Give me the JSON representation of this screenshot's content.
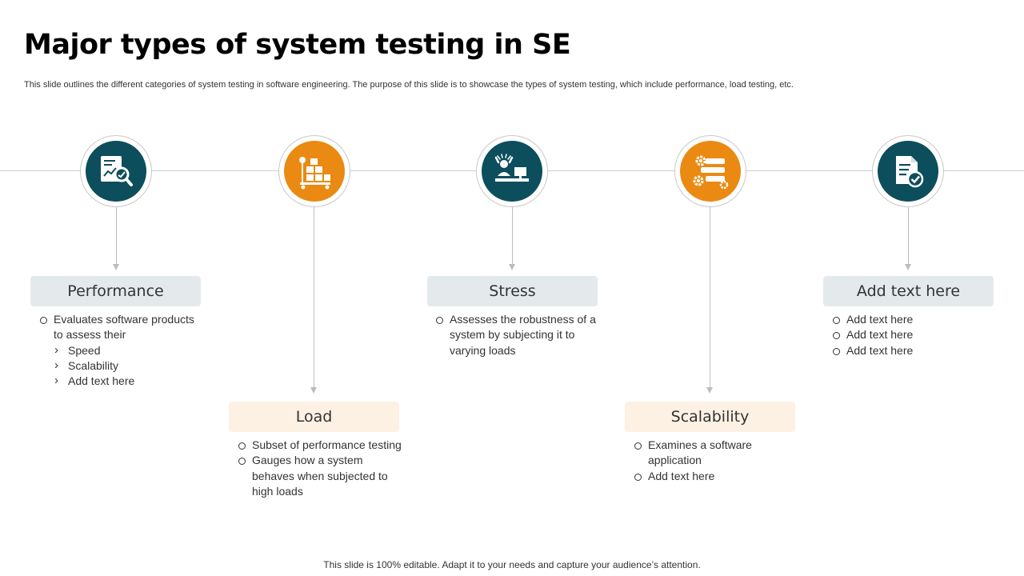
{
  "slide": {
    "title": "Major types of system testing in SE",
    "subtitle": "This slide outlines the different categories of system testing in software engineering. The purpose of this slide is to showcase the types of system testing, which include performance, load testing, etc.",
    "footer": "This slide is 100% editable. Adapt it to your needs and capture your audience’s attention."
  },
  "colors": {
    "teal": "#0d4e5c",
    "orange": "#ea8a12",
    "teal_label_bg": "#e4eaec",
    "orange_label_bg": "#fdf1e4"
  },
  "steps": [
    {
      "label": "Performance",
      "icon": "report-magnifier-icon",
      "bullets": [
        {
          "text": "Evaluates software products to assess their",
          "sub": [
            "Speed",
            "Scalability",
            "Add text here"
          ]
        }
      ]
    },
    {
      "label": "Load",
      "icon": "boxes-on-cart-icon",
      "bullets": [
        {
          "text": "Subset of performance testing"
        },
        {
          "text": "Gauges how a system behaves when subjected to high loads"
        }
      ]
    },
    {
      "label": "Stress",
      "icon": "stressed-person-at-desk-icon",
      "bullets": [
        {
          "text": "Assesses the robustness of a system by subjecting it to varying loads"
        }
      ]
    },
    {
      "label": "Scalability",
      "icon": "server-gears-icon",
      "bullets": [
        {
          "text": "Examines a software application"
        },
        {
          "text": "Add text here"
        }
      ]
    },
    {
      "label": "Add text here",
      "icon": "document-check-icon",
      "bullets": [
        {
          "text": "Add text here"
        },
        {
          "text": "Add text here"
        },
        {
          "text": "Add text here"
        }
      ]
    }
  ]
}
